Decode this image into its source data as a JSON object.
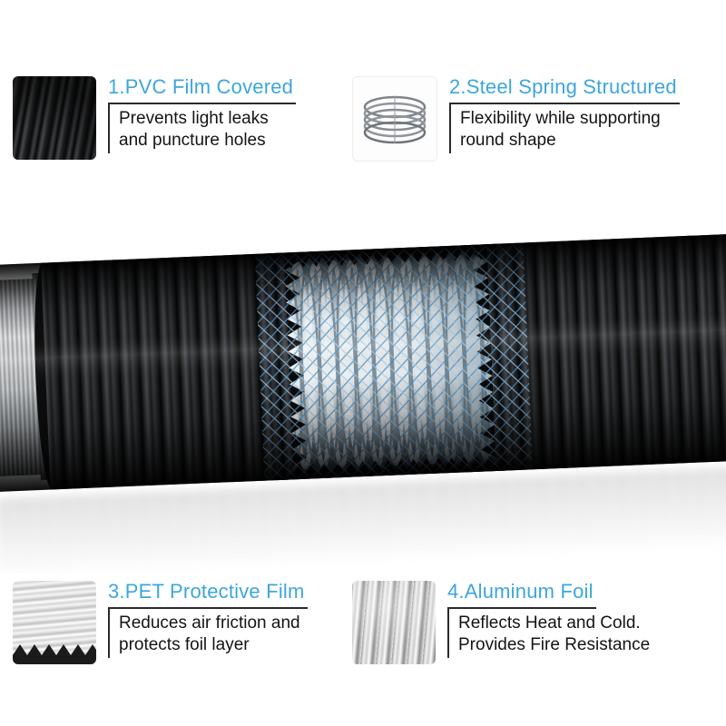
{
  "page": {
    "type": "product-feature-diagram",
    "subject": "4-layer flexible air duct construction"
  },
  "colors": {
    "accent_blue": "#3EA6DB",
    "text_dark": "#141414",
    "rule_dark": "#2a2a2a",
    "mesh_blue": "#4e92c8"
  },
  "features": [
    {
      "title": "1.PVC Film Covered",
      "lines": [
        "Prevents light leaks",
        "and puncture holes"
      ],
      "thumbnail": "pvc-film-texture"
    },
    {
      "title": "2.Steel Spring Structured",
      "lines": [
        "Flexibility while supporting",
        "round shape"
      ],
      "thumbnail": "steel-spring-coil"
    },
    {
      "title": "3.PET Protective Film",
      "lines": [
        "Reduces air friction and",
        "protects foil layer"
      ],
      "thumbnail": "pet-film-texture"
    },
    {
      "title": "4.Aluminum Foil",
      "lines": [
        "Reflects Heat and Cold.",
        "Provides Fire Resistance"
      ],
      "thumbnail": "aluminum-foil-texture"
    }
  ],
  "diagram": {
    "parts": [
      "metal-collar-connector",
      "pvc-outer-ribbed-layer",
      "steel-mesh-window",
      "inner-film-coil",
      "floor-reflection"
    ]
  }
}
